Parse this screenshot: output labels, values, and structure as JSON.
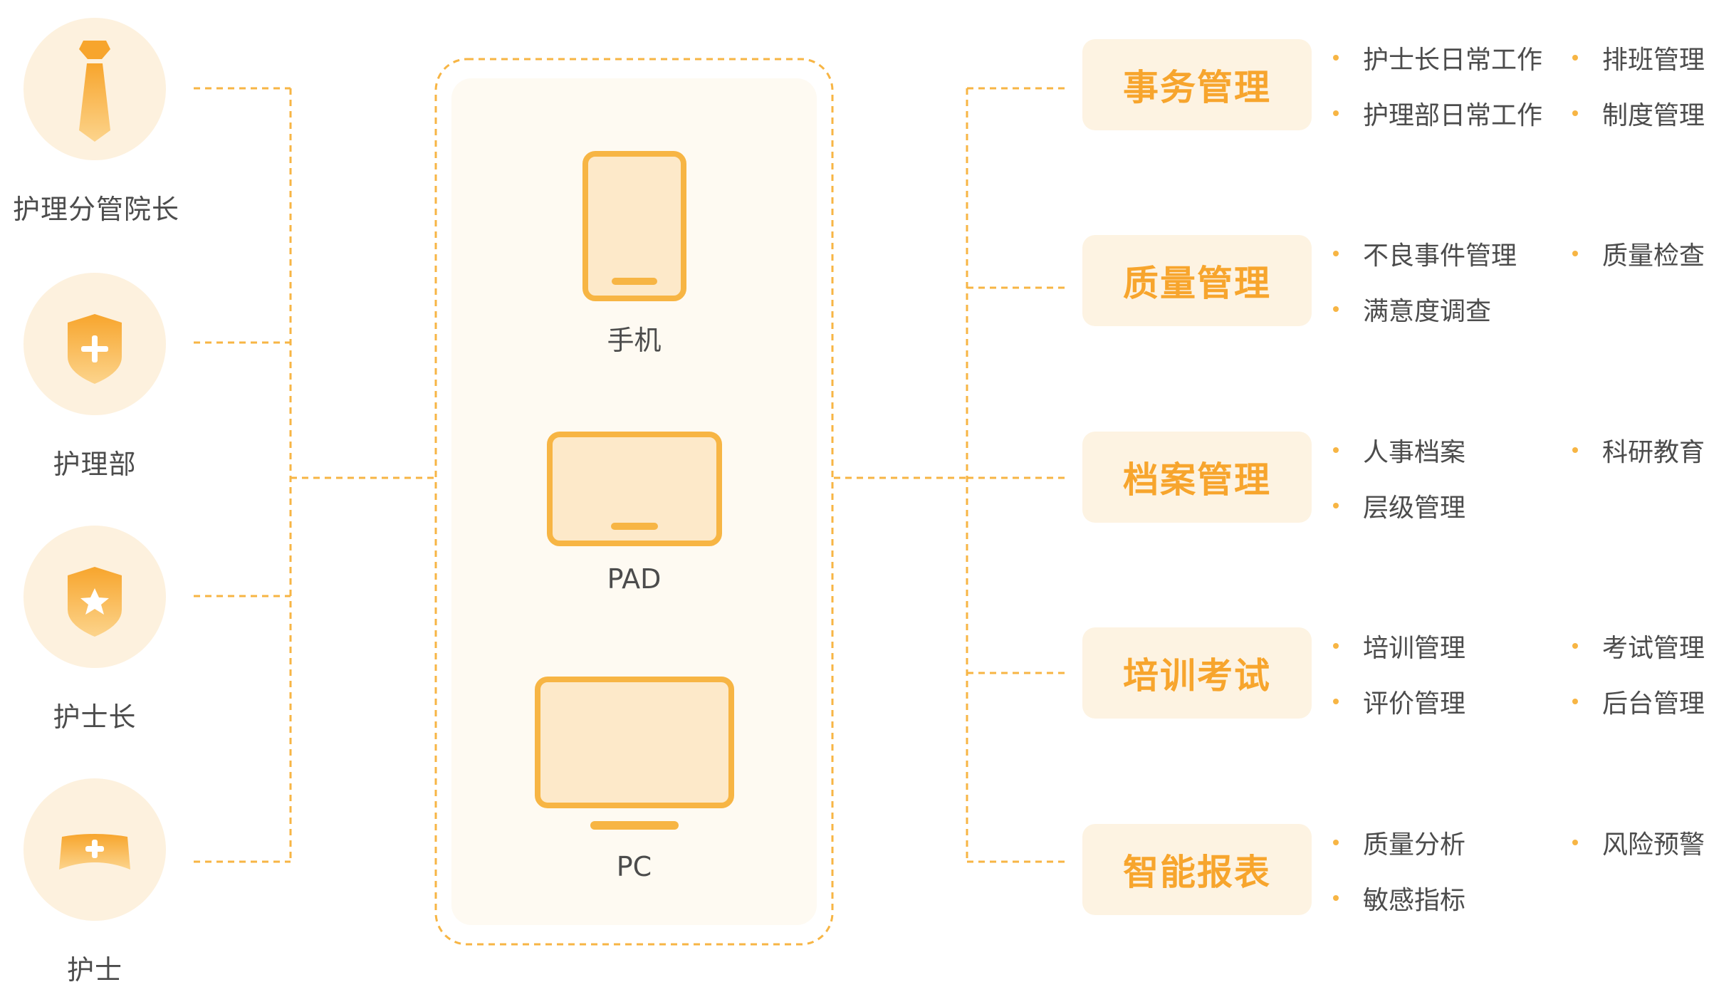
{
  "colors": {
    "accent": "#f7a52d",
    "accent_light": "#fdf1de",
    "line": "#f7b544",
    "text": "#4c4c4c"
  },
  "roles": [
    {
      "label": "护理分管院长",
      "icon": "tie-icon"
    },
    {
      "label": "护理部",
      "icon": "shield-plus-icon"
    },
    {
      "label": "护士长",
      "icon": "shield-star-icon"
    },
    {
      "label": "护士",
      "icon": "nurse-cap-icon"
    }
  ],
  "devices": [
    {
      "label": "手机",
      "icon": "phone-icon"
    },
    {
      "label": "PAD",
      "icon": "tablet-icon"
    },
    {
      "label": "PC",
      "icon": "monitor-icon"
    }
  ],
  "modules": [
    {
      "title": "事务管理",
      "features": [
        "护士长日常工作",
        "排班管理",
        "护理部日常工作",
        "制度管理"
      ]
    },
    {
      "title": "质量管理",
      "features": [
        "不良事件管理",
        "质量检查",
        "满意度调查"
      ]
    },
    {
      "title": "档案管理",
      "features": [
        "人事档案",
        "科研教育",
        "层级管理"
      ]
    },
    {
      "title": "培训考试",
      "features": [
        "培训管理",
        "考试管理",
        "评价管理",
        "后台管理"
      ]
    },
    {
      "title": "智能报表",
      "features": [
        "质量分析",
        "风险预警",
        "敏感指标"
      ]
    }
  ]
}
